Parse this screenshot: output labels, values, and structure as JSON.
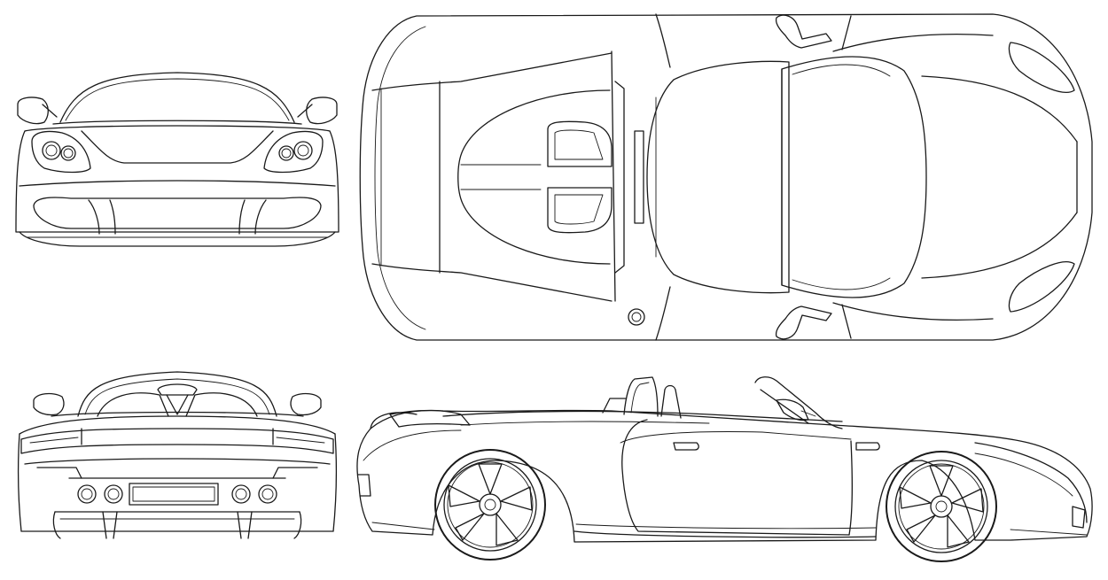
{
  "drawing": {
    "line_color": "#1a1a1a",
    "background": "#ffffff",
    "views": [
      {
        "id": "front",
        "name": "front-view"
      },
      {
        "id": "top",
        "name": "top-view"
      },
      {
        "id": "rear",
        "name": "rear-view"
      },
      {
        "id": "side",
        "name": "side-view"
      }
    ]
  }
}
